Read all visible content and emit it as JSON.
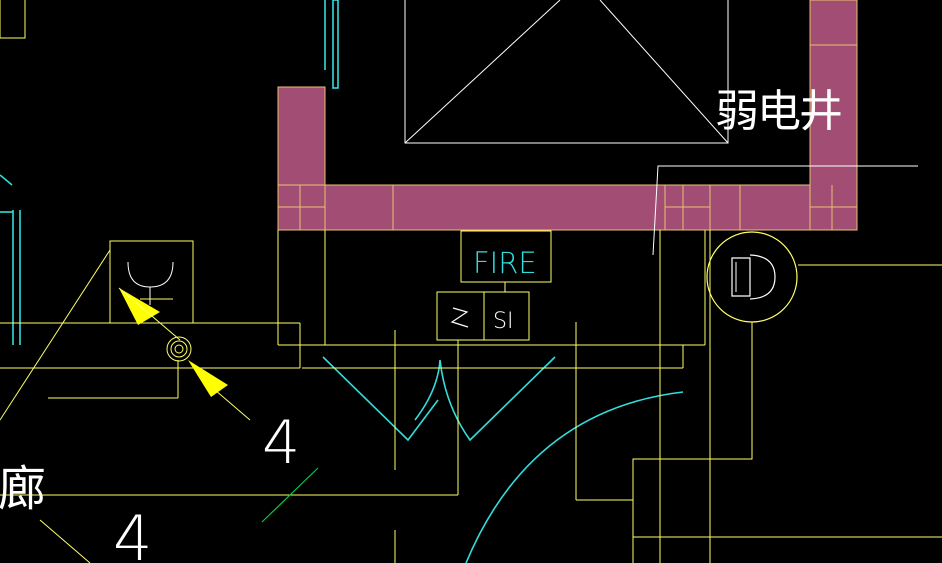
{
  "drawing": {
    "shaft_label": "弱电井",
    "corridor_label": "廊",
    "fire_box_label": "FIRE",
    "si_box_label": "SI",
    "number_label_1": "4",
    "number_label_2": "4"
  },
  "colors": {
    "background": "#000000",
    "wall_fill": "#a24d74",
    "yellow_line": "#ffff66",
    "cyan_line": "#33dddd",
    "white_line": "#ffffff",
    "green_line": "#00cc44",
    "arrow_yellow": "#ffff00"
  },
  "icons": [
    "lamp-symbol-icon",
    "concentric-circle-icon",
    "speaker-symbol-icon",
    "switch-symbol-icon",
    "arrow-icon"
  ]
}
